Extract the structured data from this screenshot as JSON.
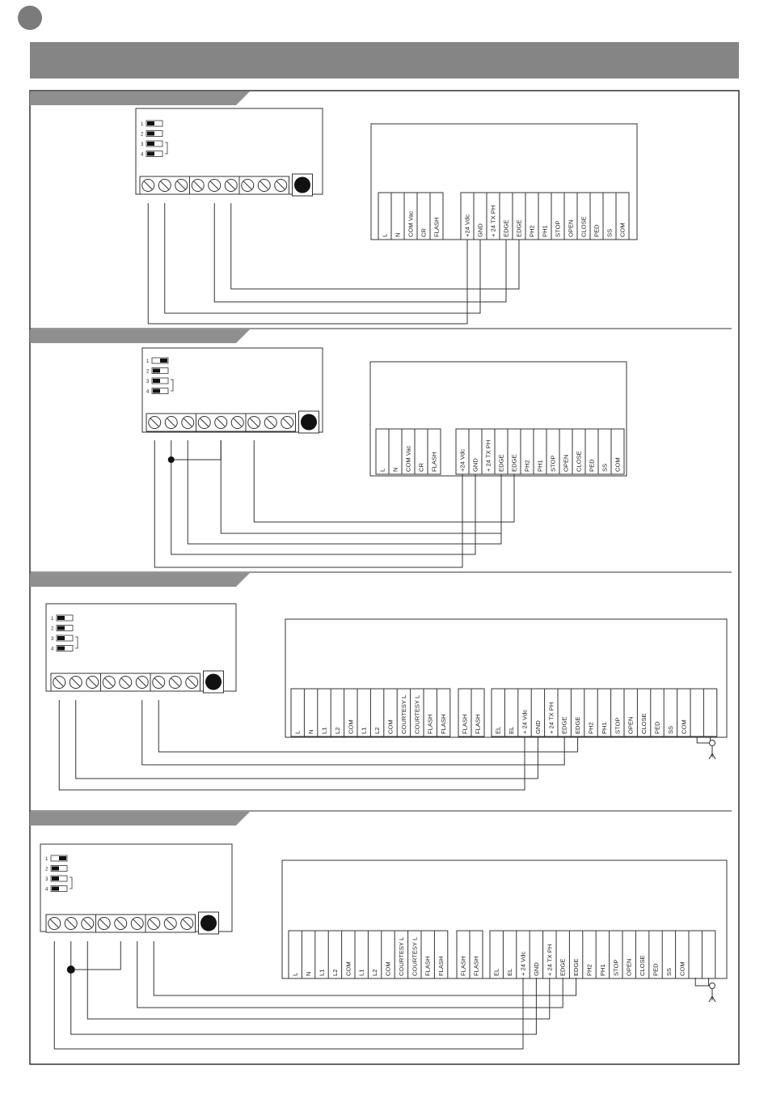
{
  "colors": {
    "header_bar": "#858585",
    "page_circle": "#7b7b7b",
    "section_tab": "#8f8f8f",
    "line": "#333333"
  },
  "sections": [
    {
      "id": 1,
      "dip_labels": [
        "1",
        "2",
        "3",
        "4"
      ],
      "board_group1": [
        "L",
        "N",
        "COM Vac",
        "CR",
        "FLASH"
      ],
      "board_group2": [
        "+24 Vdc",
        "GND",
        "+ 24 TX PH",
        "EDGE",
        "EDGE",
        "PH2",
        "PH1",
        "STOP",
        "OPEN",
        "CLOSE",
        "PED",
        "SS",
        "COM"
      ]
    },
    {
      "id": 2,
      "dip_labels": [
        "1",
        "2",
        "3",
        "4"
      ],
      "board_group1": [
        "L",
        "N",
        "COM Vac",
        "CR",
        "FLASH"
      ],
      "board_group2": [
        "+24 Vdc",
        "GND",
        "+ 24 TX PH",
        "EDGE",
        "EDGE",
        "PH2",
        "PH1",
        "STOP",
        "OPEN",
        "CLOSE",
        "PED",
        "SS",
        "COM"
      ]
    },
    {
      "id": 3,
      "dip_labels": [
        "1",
        "2",
        "3",
        "4"
      ],
      "board_group1": [
        "L",
        "N",
        "L1",
        "L2",
        "COM",
        "L1",
        "L2",
        "COM",
        "COURTESY L",
        "COURTESY L",
        "FLASH",
        "FLASH"
      ],
      "board_group2": [
        "FLASH",
        "FLASH"
      ],
      "board_group3": [
        "EL",
        "EL",
        "+ 24 Vdc",
        "GND",
        "+ 24 TX PH",
        "EDGE",
        "EDGE",
        "PH2",
        "PH1",
        "STOP",
        "OPEN",
        "CLOSE",
        "PED",
        "SS",
        "COM",
        "",
        ""
      ]
    },
    {
      "id": 4,
      "dip_labels": [
        "1",
        "2",
        "3",
        "4"
      ],
      "board_group1": [
        "L",
        "N",
        "L1",
        "L2",
        "COM",
        "L1",
        "L2",
        "COM",
        "COURTESY L",
        "COURTESY L",
        "FLASH",
        "FLASH"
      ],
      "board_group2": [
        "FLASH",
        "FLASH"
      ],
      "board_group3": [
        "EL",
        "EL",
        "+ 24 Vdc",
        "GND",
        "+ 24 TX PH",
        "EDGE",
        "EDGE",
        "PH2",
        "PH1",
        "STOP",
        "OPEN",
        "CLOSE",
        "PED",
        "SS",
        "COM",
        "",
        ""
      ]
    }
  ]
}
